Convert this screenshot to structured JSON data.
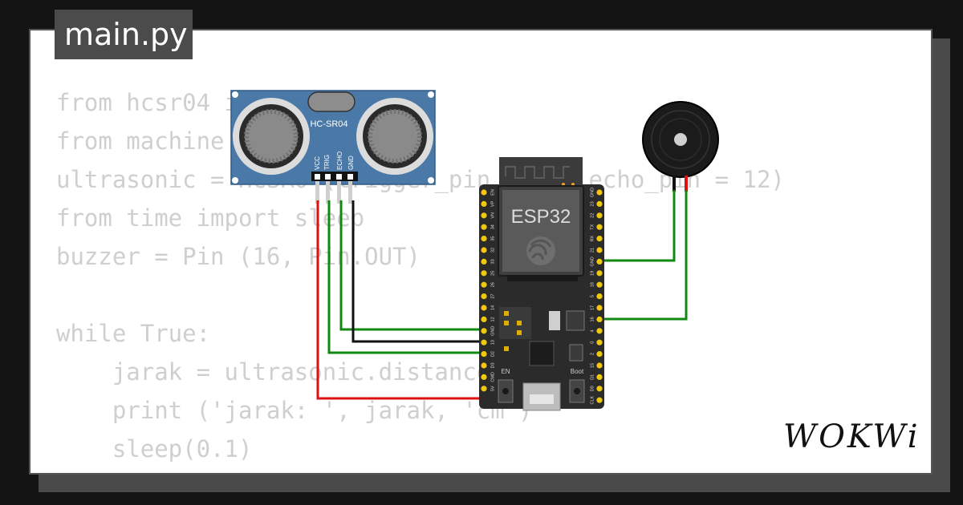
{
  "tab": {
    "filename": "main.py"
  },
  "code": {
    "lines": [
      "from hcsr04 import HCSR04",
      "from machine import Pin",
      "ultrasonic = HCSR04(trigger_pin = 13, echo_pin = 12)",
      "from time import sleep",
      "buzzer = Pin (16, Pin.OUT)",
      "",
      "while True:",
      "    jarak = ultrasonic.distance_cm()",
      "    print ('jarak: ', jarak, 'cm')",
      "    sleep(0.1)"
    ]
  },
  "sensor": {
    "label": "HC-SR04",
    "pins": [
      "VCC",
      "TRIG",
      "ECHO",
      "GND"
    ]
  },
  "board": {
    "label": "ESP32",
    "left_pins": [
      "EN",
      "VP",
      "VN",
      "34",
      "35",
      "32",
      "33",
      "25",
      "26",
      "27",
      "14",
      "12",
      "GND",
      "13",
      "D2",
      "D3",
      "CMD",
      "5V"
    ],
    "right_pins": [
      "GND",
      "23",
      "22",
      "TX",
      "RX",
      "21",
      "GND",
      "19",
      "18",
      "5",
      "17",
      "16",
      "4",
      "0",
      "2",
      "15",
      "D1",
      "D0",
      "CLK"
    ],
    "en_label": "EN",
    "boot_label": "Boot"
  },
  "brand": {
    "logo": "WOKWi"
  },
  "colors": {
    "background": "#141414",
    "card": "#ffffff",
    "tab": "#4b4b4b",
    "code_text": "#cfcfcf",
    "wire_green": "#118811",
    "wire_red": "#dd1111",
    "wire_black": "#111111",
    "sensor_blue": "#4a79a8",
    "board_dark": "#2b2b2b",
    "pin_yellow": "#f0c810"
  }
}
